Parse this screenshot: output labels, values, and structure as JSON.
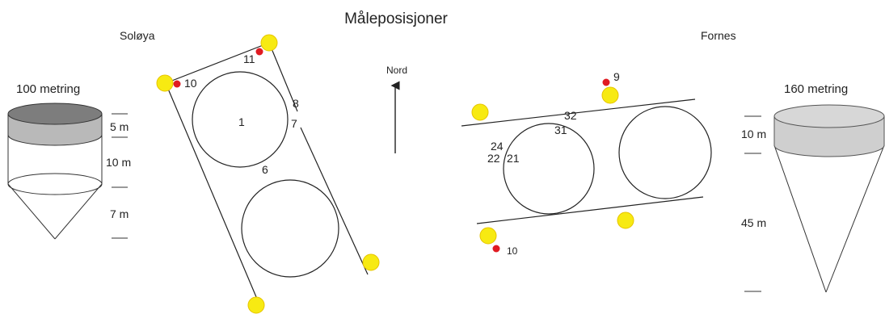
{
  "title": "Måleposisjoner",
  "north_label": "Nord",
  "left_site": {
    "name": "Soløya",
    "net_label": "100 metring",
    "dims": {
      "top": "5 m",
      "middle": "10 m",
      "bottom": "7 m"
    },
    "points": {
      "p1": "1",
      "p6": "6",
      "p7": "7",
      "p8": "8",
      "p10": "10",
      "p11": "11"
    }
  },
  "right_site": {
    "name": "Fornes",
    "net_label": "160 metring",
    "dims": {
      "top": "10 m",
      "bottom": "45 m"
    },
    "points": {
      "p9": "9",
      "p10": "10",
      "p21": "21",
      "p22": "22",
      "p24": "24",
      "p31": "31",
      "p32": "32"
    }
  },
  "colors": {
    "buoy": "#f7ea12",
    "buoy_stroke": "#e6c400",
    "sensor": "#e01b22",
    "line": "#222222",
    "cylinder_dark_top": "#7d7d7d",
    "cylinder_dark_body": "#b9b9b9",
    "cylinder_light_top": "#d7d7d7",
    "cylinder_light_body": "#cfcfcf"
  }
}
